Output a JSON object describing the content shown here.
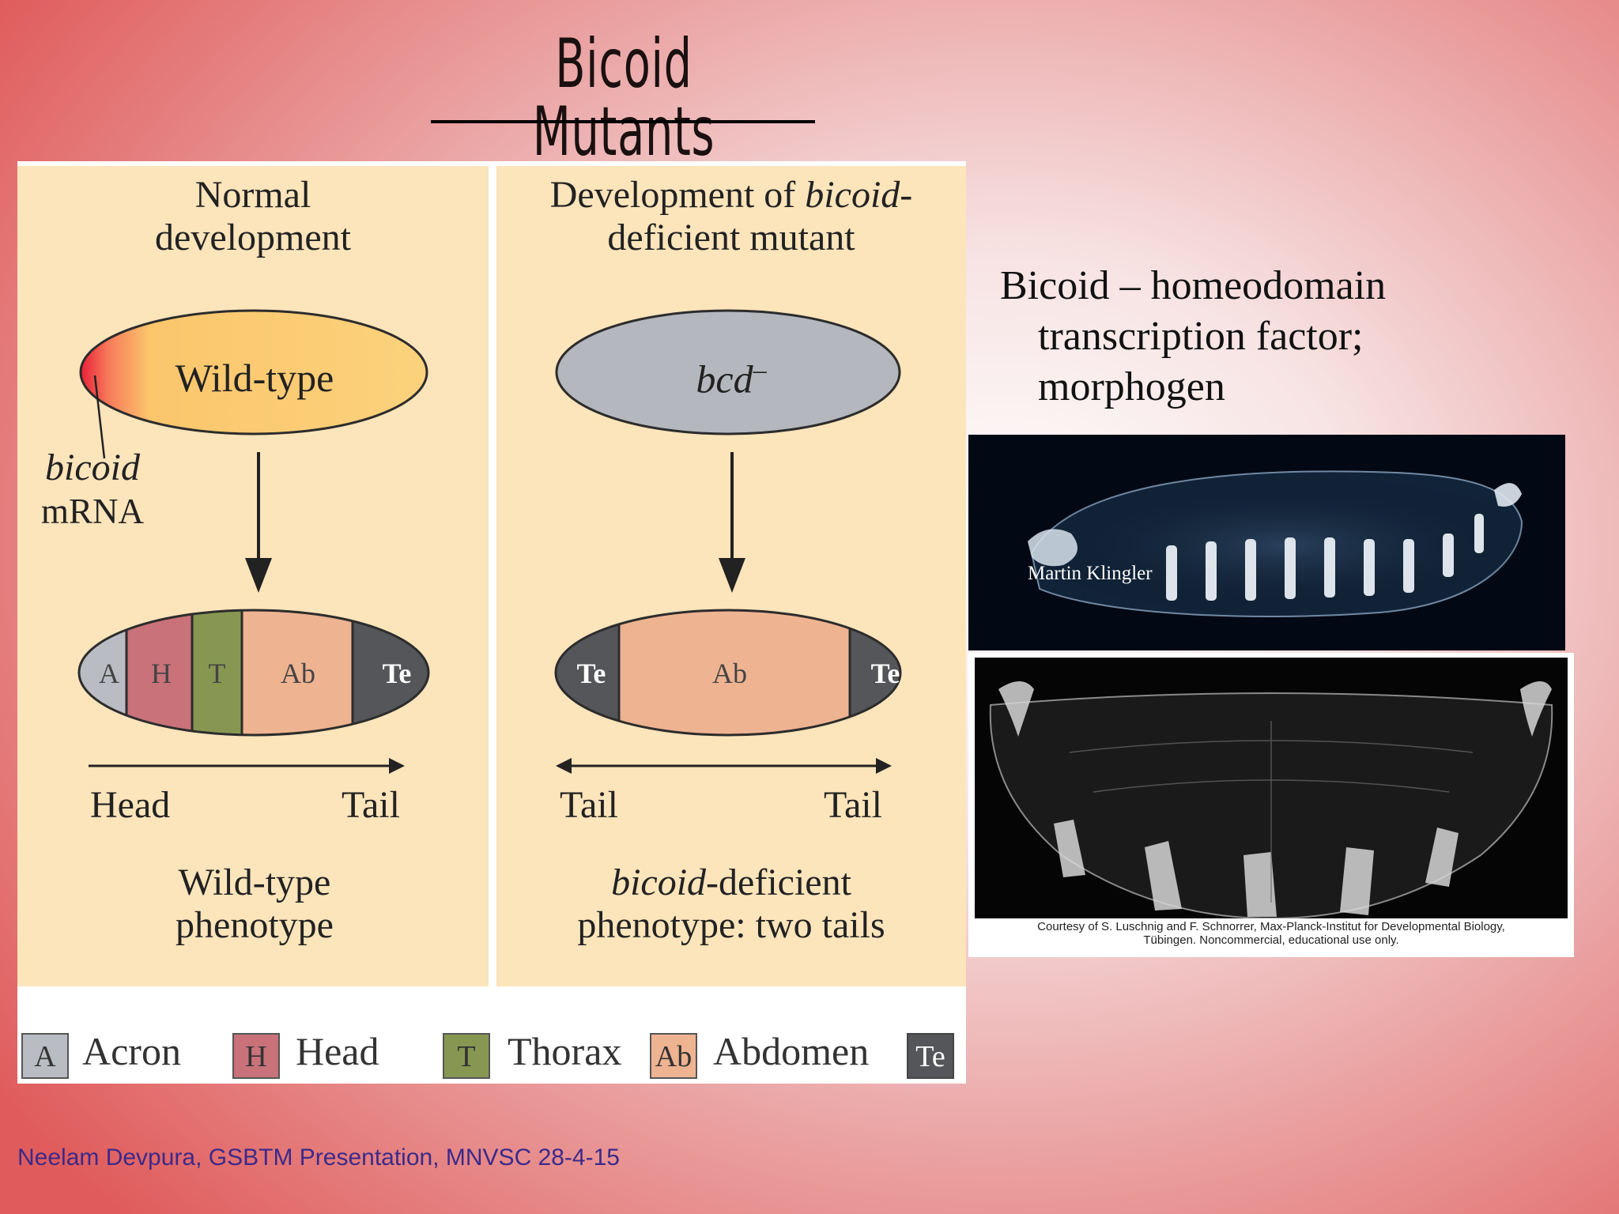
{
  "title": "Bicoid Mutants",
  "left_panel": {
    "heading_line1": "Normal",
    "heading_line2": "development",
    "embryo_label": "Wild-type",
    "mrna_label_line1": "bicoid",
    "mrna_label_line2": "mRNA",
    "segments": [
      "A",
      "H",
      "T",
      "Ab",
      "Te"
    ],
    "axis_left": "Head",
    "axis_right": "Tail",
    "phenotype_line1": "Wild-type",
    "phenotype_line2": "phenotype"
  },
  "right_panel": {
    "heading_line1a": "Development of ",
    "heading_line1b": "bicoid",
    "heading_line1c": "-",
    "heading_line2": "deficient mutant",
    "embryo_label": "bcd",
    "embryo_sup": "–",
    "segments": [
      "Te",
      "Ab",
      "Te"
    ],
    "axis_left": "Tail",
    "axis_right": "Tail",
    "phenotype_line1a": "bicoid",
    "phenotype_line1b": "-deficient",
    "phenotype_line2": "phenotype: two tails"
  },
  "legend": [
    {
      "key": "A",
      "label": "Acron",
      "color": "#b9bcc3"
    },
    {
      "key": "H",
      "label": "Head",
      "color": "#c9727a"
    },
    {
      "key": "T",
      "label": "Thorax",
      "color": "#879752"
    },
    {
      "key": "Ab",
      "label": "Abdomen",
      "color": "#eeb391"
    },
    {
      "key": "Te",
      "label": "",
      "color": "#545659"
    }
  ],
  "side_text": {
    "line1": "Bicoid – homeodomain",
    "line2": "transcription factor;",
    "line3": "morphogen"
  },
  "image_credit_top": "Martin Klingler",
  "image_credit_bottom_line1": "Courtesy of S. Luschnig and F. Schnorrer, Max-Planck-Institut for Developmental Biology,",
  "image_credit_bottom_line2": "Tübingen. Noncommercial, educational use only.",
  "footer": "Neelam Devpura, GSBTM Presentation, MNVSC 28-4-15",
  "colors": {
    "panel_bg": "#fce4bb",
    "wildtype_embryo": "#fbd27c",
    "mutant_embryo": "#b4b7bd",
    "footer_text": "#3b2a8a"
  }
}
